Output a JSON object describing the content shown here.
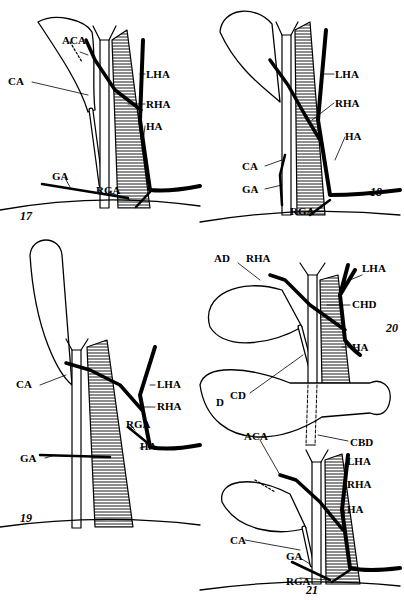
{
  "diagram": {
    "labels": [
      "ACA",
      "CA",
      "LHA",
      "RHA",
      "GA",
      "HA",
      "RGA",
      "17",
      "LHA",
      "RHA",
      "CA",
      "GA",
      "HA",
      "RGA",
      "18",
      "CA",
      "LHA",
      "RHA",
      "RGA",
      "GA",
      "HA",
      "19",
      "AD",
      "RHA",
      "LHA",
      "CHD",
      "HA",
      "CD",
      "D",
      "CBD",
      "20",
      "ACA",
      "LHA",
      "RHA",
      "HA",
      "CA",
      "GA",
      "RGA",
      "21"
    ]
  }
}
